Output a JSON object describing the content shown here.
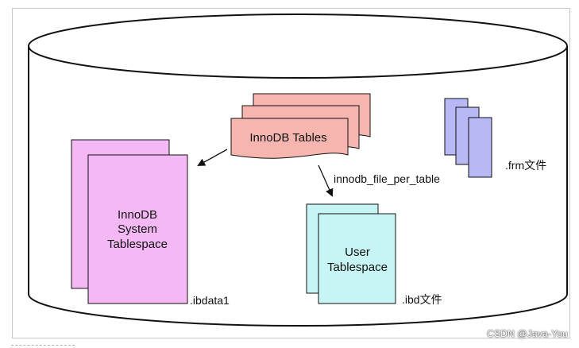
{
  "diagram": {
    "innodb_tables_label": "InnoDB Tables",
    "system_tablespace_lines": [
      "InnoDB",
      "System",
      "Tablespace"
    ],
    "user_tablespace_lines": [
      "User",
      "Tablespace"
    ],
    "ibdata_file_label": ".ibdata1",
    "ibd_file_label": ".ibd文件",
    "frm_file_label": ".frm文件",
    "per_table_option_label": "innodb_file_per_table",
    "colors": {
      "innodb_tables": "#f7b5b0",
      "system_tablespace": "#f4b8f4",
      "user_tablespace": "#c7f4f4",
      "frm_files": "#b8b8f4"
    }
  },
  "watermark": "CSDN @Java-You"
}
